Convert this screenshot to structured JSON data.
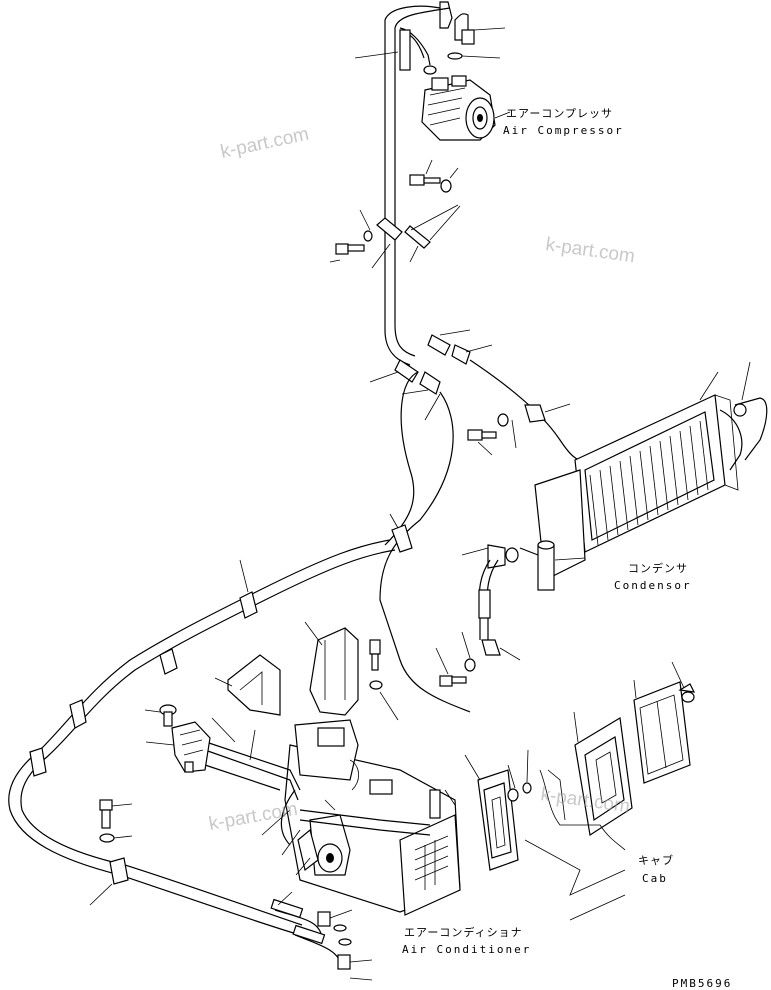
{
  "labels": {
    "compressor": {
      "jp": "エアーコンプレッサ",
      "en": "Air Compressor"
    },
    "condenser": {
      "jp": "コンデンサ",
      "en": "Condensor"
    },
    "cab": {
      "jp": "キャブ",
      "en": "Cab"
    },
    "air_conditioner": {
      "jp": "エアーコンディショナ",
      "en": "Air Conditioner"
    }
  },
  "watermarks": [
    "k-part.com",
    "k-part.com",
    "k-part.com"
  ],
  "drawing_code": "PMB5696"
}
